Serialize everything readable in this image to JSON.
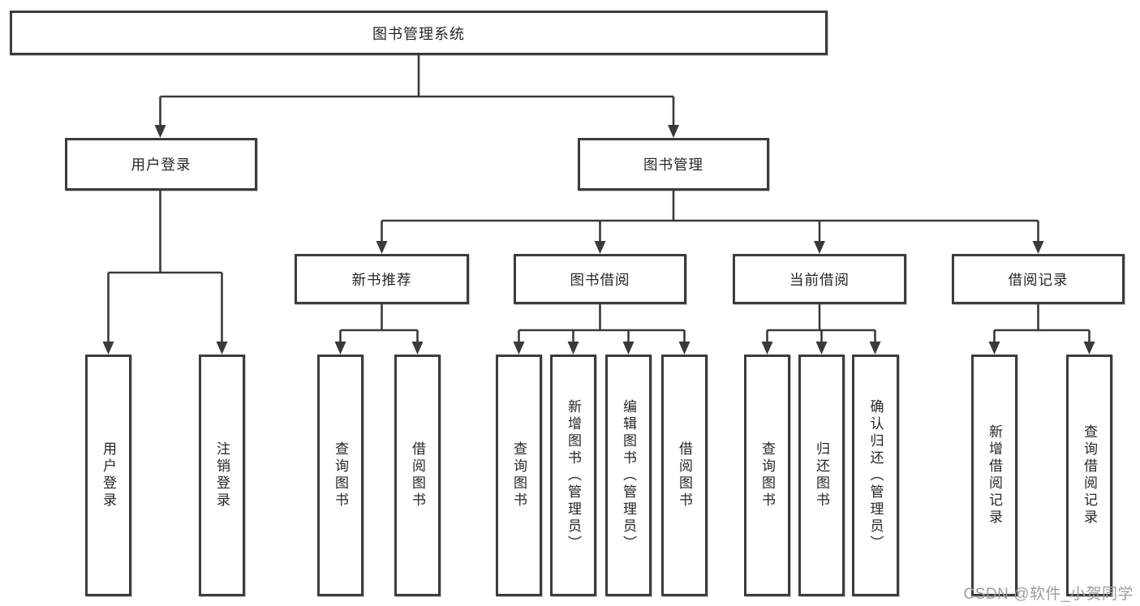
{
  "tree": {
    "root": {
      "label": "图书管理系统"
    },
    "branches": [
      {
        "label": "用户登录",
        "children": [
          {
            "label": "用户登录"
          },
          {
            "label": "注销登录"
          }
        ]
      },
      {
        "label": "图书管理",
        "children": [
          {
            "label": "新书推荐",
            "children": [
              {
                "label": "查询图书"
              },
              {
                "label": "借阅图书"
              }
            ]
          },
          {
            "label": "图书借阅",
            "children": [
              {
                "label": "查询图书"
              },
              {
                "label": "新增图书（管理员）"
              },
              {
                "label": "编辑图书（管理员）"
              },
              {
                "label": "借阅图书"
              }
            ]
          },
          {
            "label": "当前借阅",
            "children": [
              {
                "label": "查询图书"
              },
              {
                "label": "归还图书"
              },
              {
                "label": "确认归还（管理员）"
              }
            ]
          },
          {
            "label": "借阅记录",
            "children": [
              {
                "label": "新增借阅记录"
              },
              {
                "label": "查询借阅记录"
              }
            ]
          }
        ]
      }
    ]
  },
  "watermark": {
    "text": "CSDN @软件_小贺同学"
  },
  "colors": {
    "line": "#3a3a3a",
    "box_border": "#3c3c3c",
    "box_fill": "#ffffff",
    "text": "#262626",
    "watermark": "#9d9d9d",
    "background": "#ffffff"
  }
}
